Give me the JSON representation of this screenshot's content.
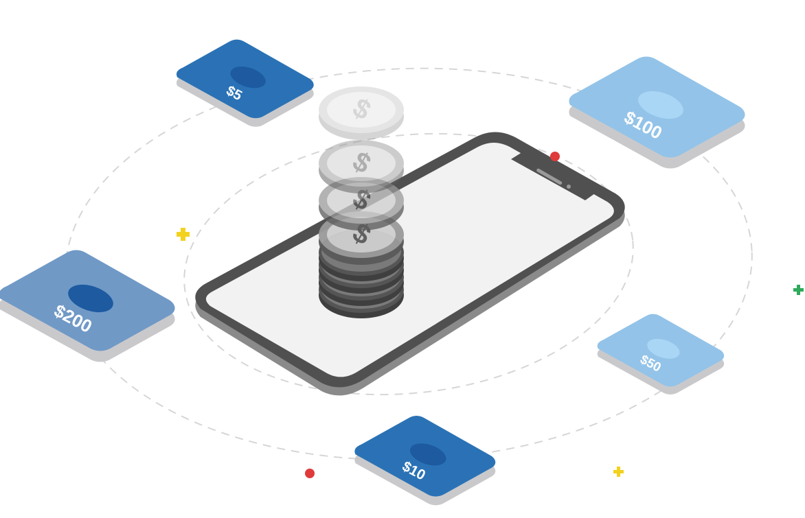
{
  "illustration": {
    "banknotes": [
      {
        "id": "five",
        "label": "$5",
        "color": "#2a72b5",
        "shadow": "#c9c9cc",
        "oval": "#1d5aa0"
      },
      {
        "id": "hundred",
        "label": "$100",
        "color": "#93c3e8",
        "shadow": "#c9c9cc",
        "oval": "#a9d6f5"
      },
      {
        "id": "two-hundred",
        "label": "$200",
        "color": "#7099c6",
        "shadow": "#c9c9cc",
        "oval": "#1d5aa0"
      },
      {
        "id": "fifty",
        "label": "$50",
        "color": "#93c3e8",
        "shadow": "#c9c9cc",
        "oval": "#a9d6f5"
      },
      {
        "id": "ten",
        "label": "$10",
        "color": "#2a72b5",
        "shadow": "#c9c9cc",
        "oval": "#1d5aa0"
      }
    ],
    "coin_symbol": "$",
    "colors": {
      "phone_frame": "#505050",
      "phone_screen": "#f2f2f2",
      "phone_shadow": "#8a8a8a",
      "orbit": "#d6d6d6",
      "dot_red": "#e03a3a",
      "plus_yellow": "#f3d21f",
      "plus_green": "#2eaa5c"
    }
  }
}
